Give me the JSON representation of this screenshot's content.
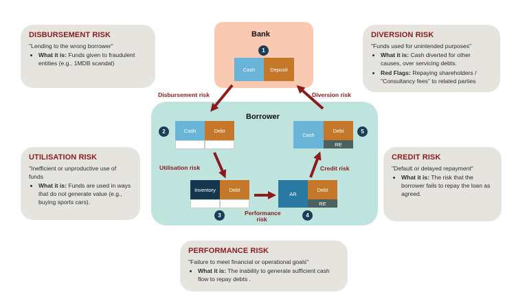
{
  "cards": {
    "disbursement": {
      "title": "DISBURSEMENT RISK",
      "quote": "\"Lending to the wrong borrower\"",
      "bullets": [
        {
          "label": "What it is:",
          "text": " Funds given to fraudulent entities (e.g., 1MDB scandal)"
        }
      ]
    },
    "utilisation": {
      "title": "UTILISATION RISK",
      "quote": "\"Inefficient or unproductive use of funds",
      "bullets": [
        {
          "label": "What it is:",
          "text": " Funds are used in ways that do not generate value (e.g., buying sports cars)."
        }
      ]
    },
    "diversion": {
      "title": "DIVERSION RISK",
      "quote": "\"Funds used for unintended purposes\"",
      "bullets": [
        {
          "label": "What it is:",
          "text": " Cash diverted for other causes, over servicing debts."
        },
        {
          "label": "Red Flags:",
          "text": " Repaying shareholders / \"Consultancy fees\" to related parties"
        }
      ]
    },
    "credit": {
      "title": "CREDIT RISK",
      "quote": "\"Default or delayed repayment\"",
      "bullets": [
        {
          "label": "What it is:",
          "text": " The risk that the borrower fails to repay the loan as agreed."
        }
      ]
    },
    "performance": {
      "title": "PERFORMANCE RISK",
      "quote": "\"Failure to meet financial or operational goals\"",
      "bullets": [
        {
          "label": "What it is:",
          "text": " The inability to generate sufficient cash flow to repay debts ."
        }
      ]
    }
  },
  "diagram": {
    "bank_title": "Bank",
    "borrower_title": "Borrower",
    "labels": {
      "cash": "Cash",
      "deposit": "Deposit",
      "debt": "Debt",
      "inventory": "Inventory",
      "ar": "AR",
      "re": "RE"
    },
    "steps": [
      "1",
      "2",
      "3",
      "4",
      "5"
    ],
    "risks": {
      "disbursement": "Disbursement risk",
      "utilisation": "Utilisation risk",
      "performance_line1": "Performance",
      "performance_line2": "risk",
      "credit": "Credit risk",
      "diversion": "Diversion risk"
    }
  },
  "colors": {
    "accent": "#8b1a1a",
    "cash": "#6ab4d8",
    "debt": "#c5782a",
    "inventory": "#15384f",
    "ar": "#2a79a3",
    "re": "#4a6160"
  }
}
